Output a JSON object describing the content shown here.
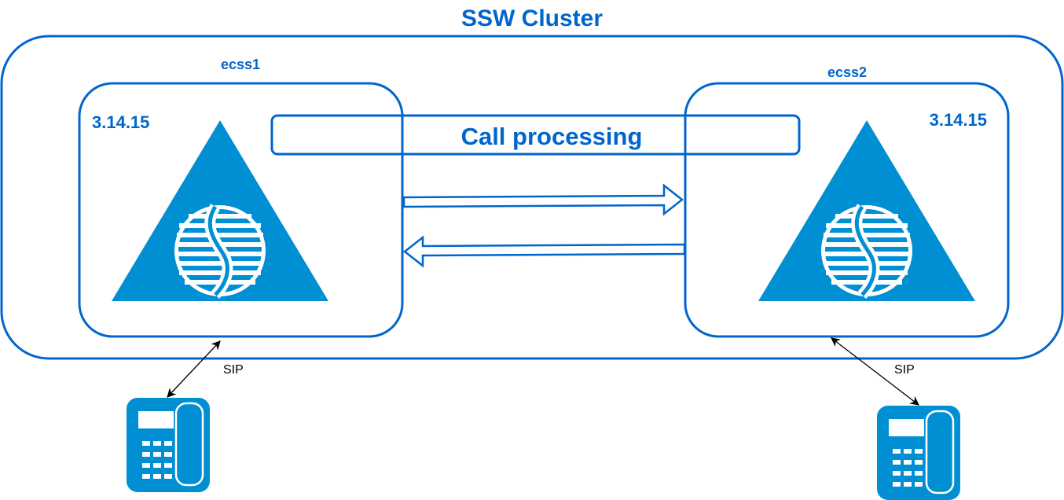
{
  "diagram": {
    "title": "SSW Cluster",
    "colors": {
      "outline": "#0066cc",
      "fill": "#008fd3",
      "connector": "#000000",
      "background": "#ffffff"
    },
    "shared_box": {
      "label": "Call processing"
    },
    "nodes": [
      {
        "id": "ecss1",
        "name": "ecss1",
        "version": "3.14.15",
        "logo_icon": "eltex-triangle-logo-icon"
      },
      {
        "id": "ecss2",
        "name": "ecss2",
        "version": "3.14.15",
        "logo_icon": "eltex-triangle-logo-icon"
      }
    ],
    "links": [
      {
        "from": "ecss1",
        "to": "ecss2",
        "style": "hollow-arrow"
      },
      {
        "from": "ecss2",
        "to": "ecss1",
        "style": "hollow-arrow"
      }
    ],
    "endpoints": [
      {
        "id": "phone1",
        "icon": "desk-phone-icon",
        "connects_to": "ecss1",
        "protocol": "SIP"
      },
      {
        "id": "phone2",
        "icon": "desk-phone-icon",
        "connects_to": "ecss2",
        "protocol": "SIP"
      }
    ]
  }
}
